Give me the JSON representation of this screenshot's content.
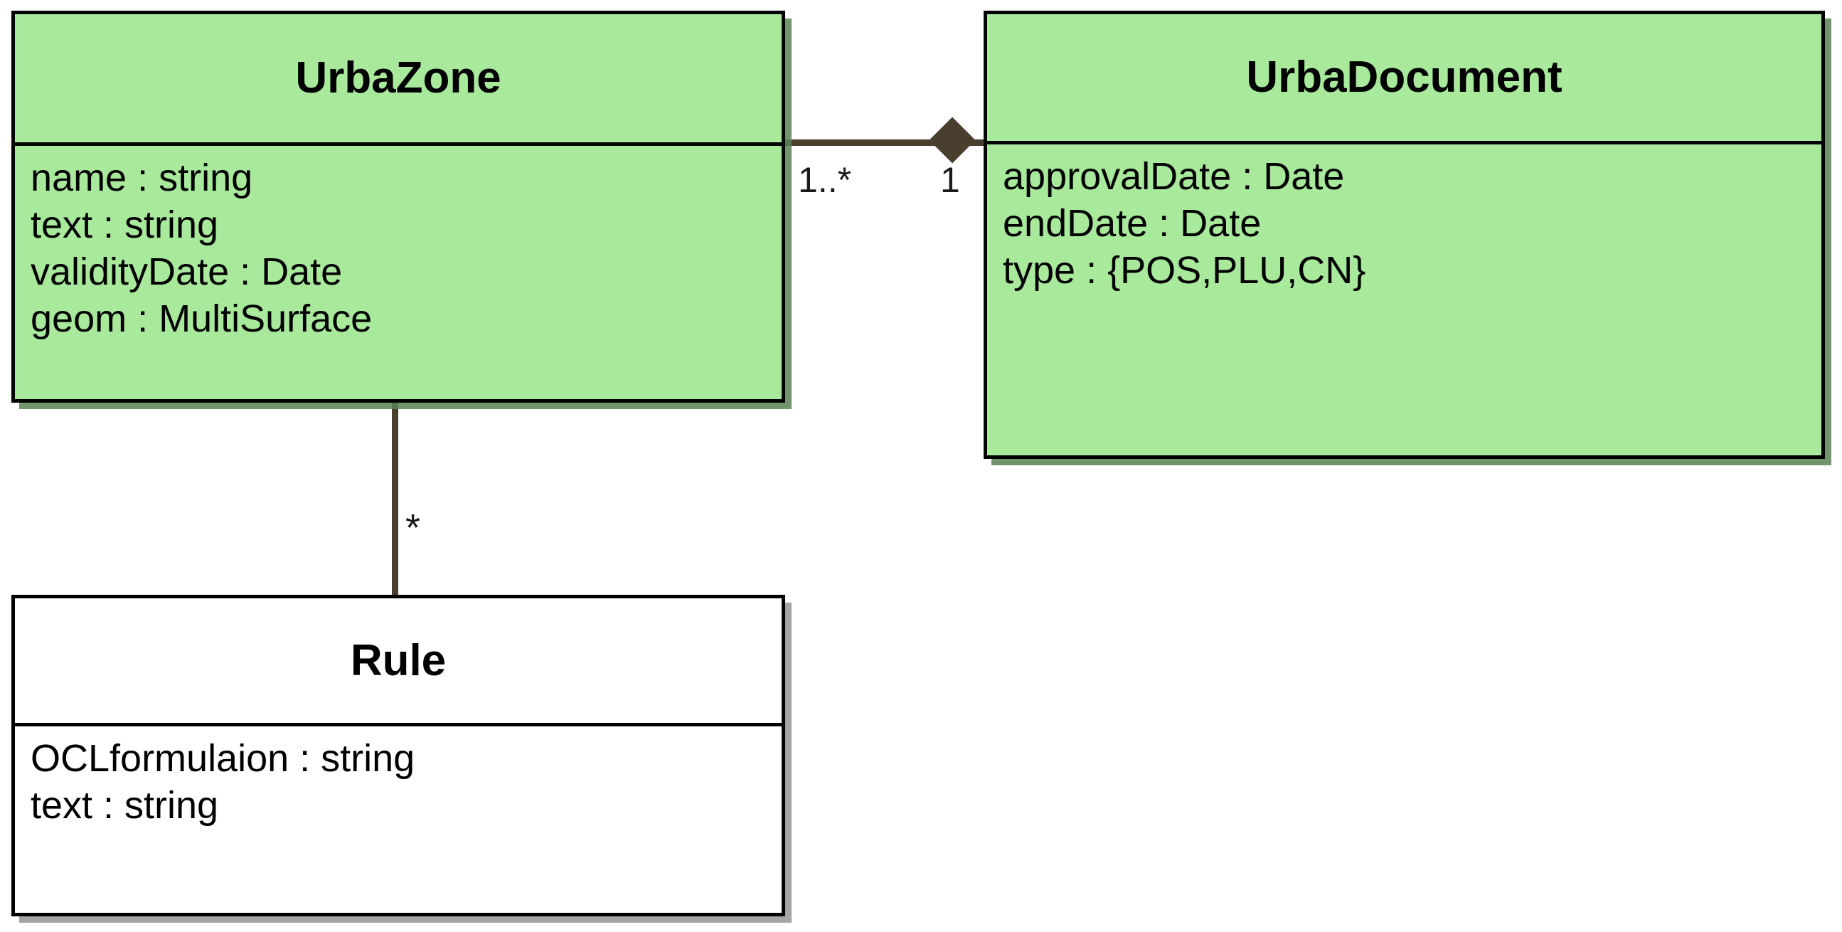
{
  "diagram": {
    "kind": "uml-class-diagram",
    "background_color": "#ffffff",
    "classes": [
      {
        "id": "urbazone",
        "name": "UrbaZone",
        "fill_color": "#a8e99c",
        "border_color": "#000000",
        "attributes": [
          "name : string",
          "text : string",
          "validityDate : Date",
          "geom : MultiSurface"
        ]
      },
      {
        "id": "urbadocument",
        "name": "UrbaDocument",
        "fill_color": "#a8e99c",
        "border_color": "#000000",
        "attributes": [
          "approvalDate : Date",
          "endDate : Date",
          "type : {POS,PLU,CN}"
        ]
      },
      {
        "id": "rule",
        "name": "Rule",
        "fill_color": "#ffffff",
        "border_color": "#000000",
        "attributes": [
          "OCLformulaion : string",
          "text : string"
        ]
      }
    ],
    "relationships": [
      {
        "id": "zone-document",
        "type": "composition",
        "line_color": "#4a3e2e",
        "source": "UrbaZone",
        "target": "UrbaDocument",
        "source_multiplicity": "1..*",
        "target_multiplicity": "1",
        "diamond_end": "UrbaDocument"
      },
      {
        "id": "zone-rule",
        "type": "association",
        "line_color": "#4a3e2e",
        "source": "UrbaZone",
        "target": "Rule",
        "source_multiplicity": "*",
        "target_multiplicity": ""
      }
    ]
  }
}
